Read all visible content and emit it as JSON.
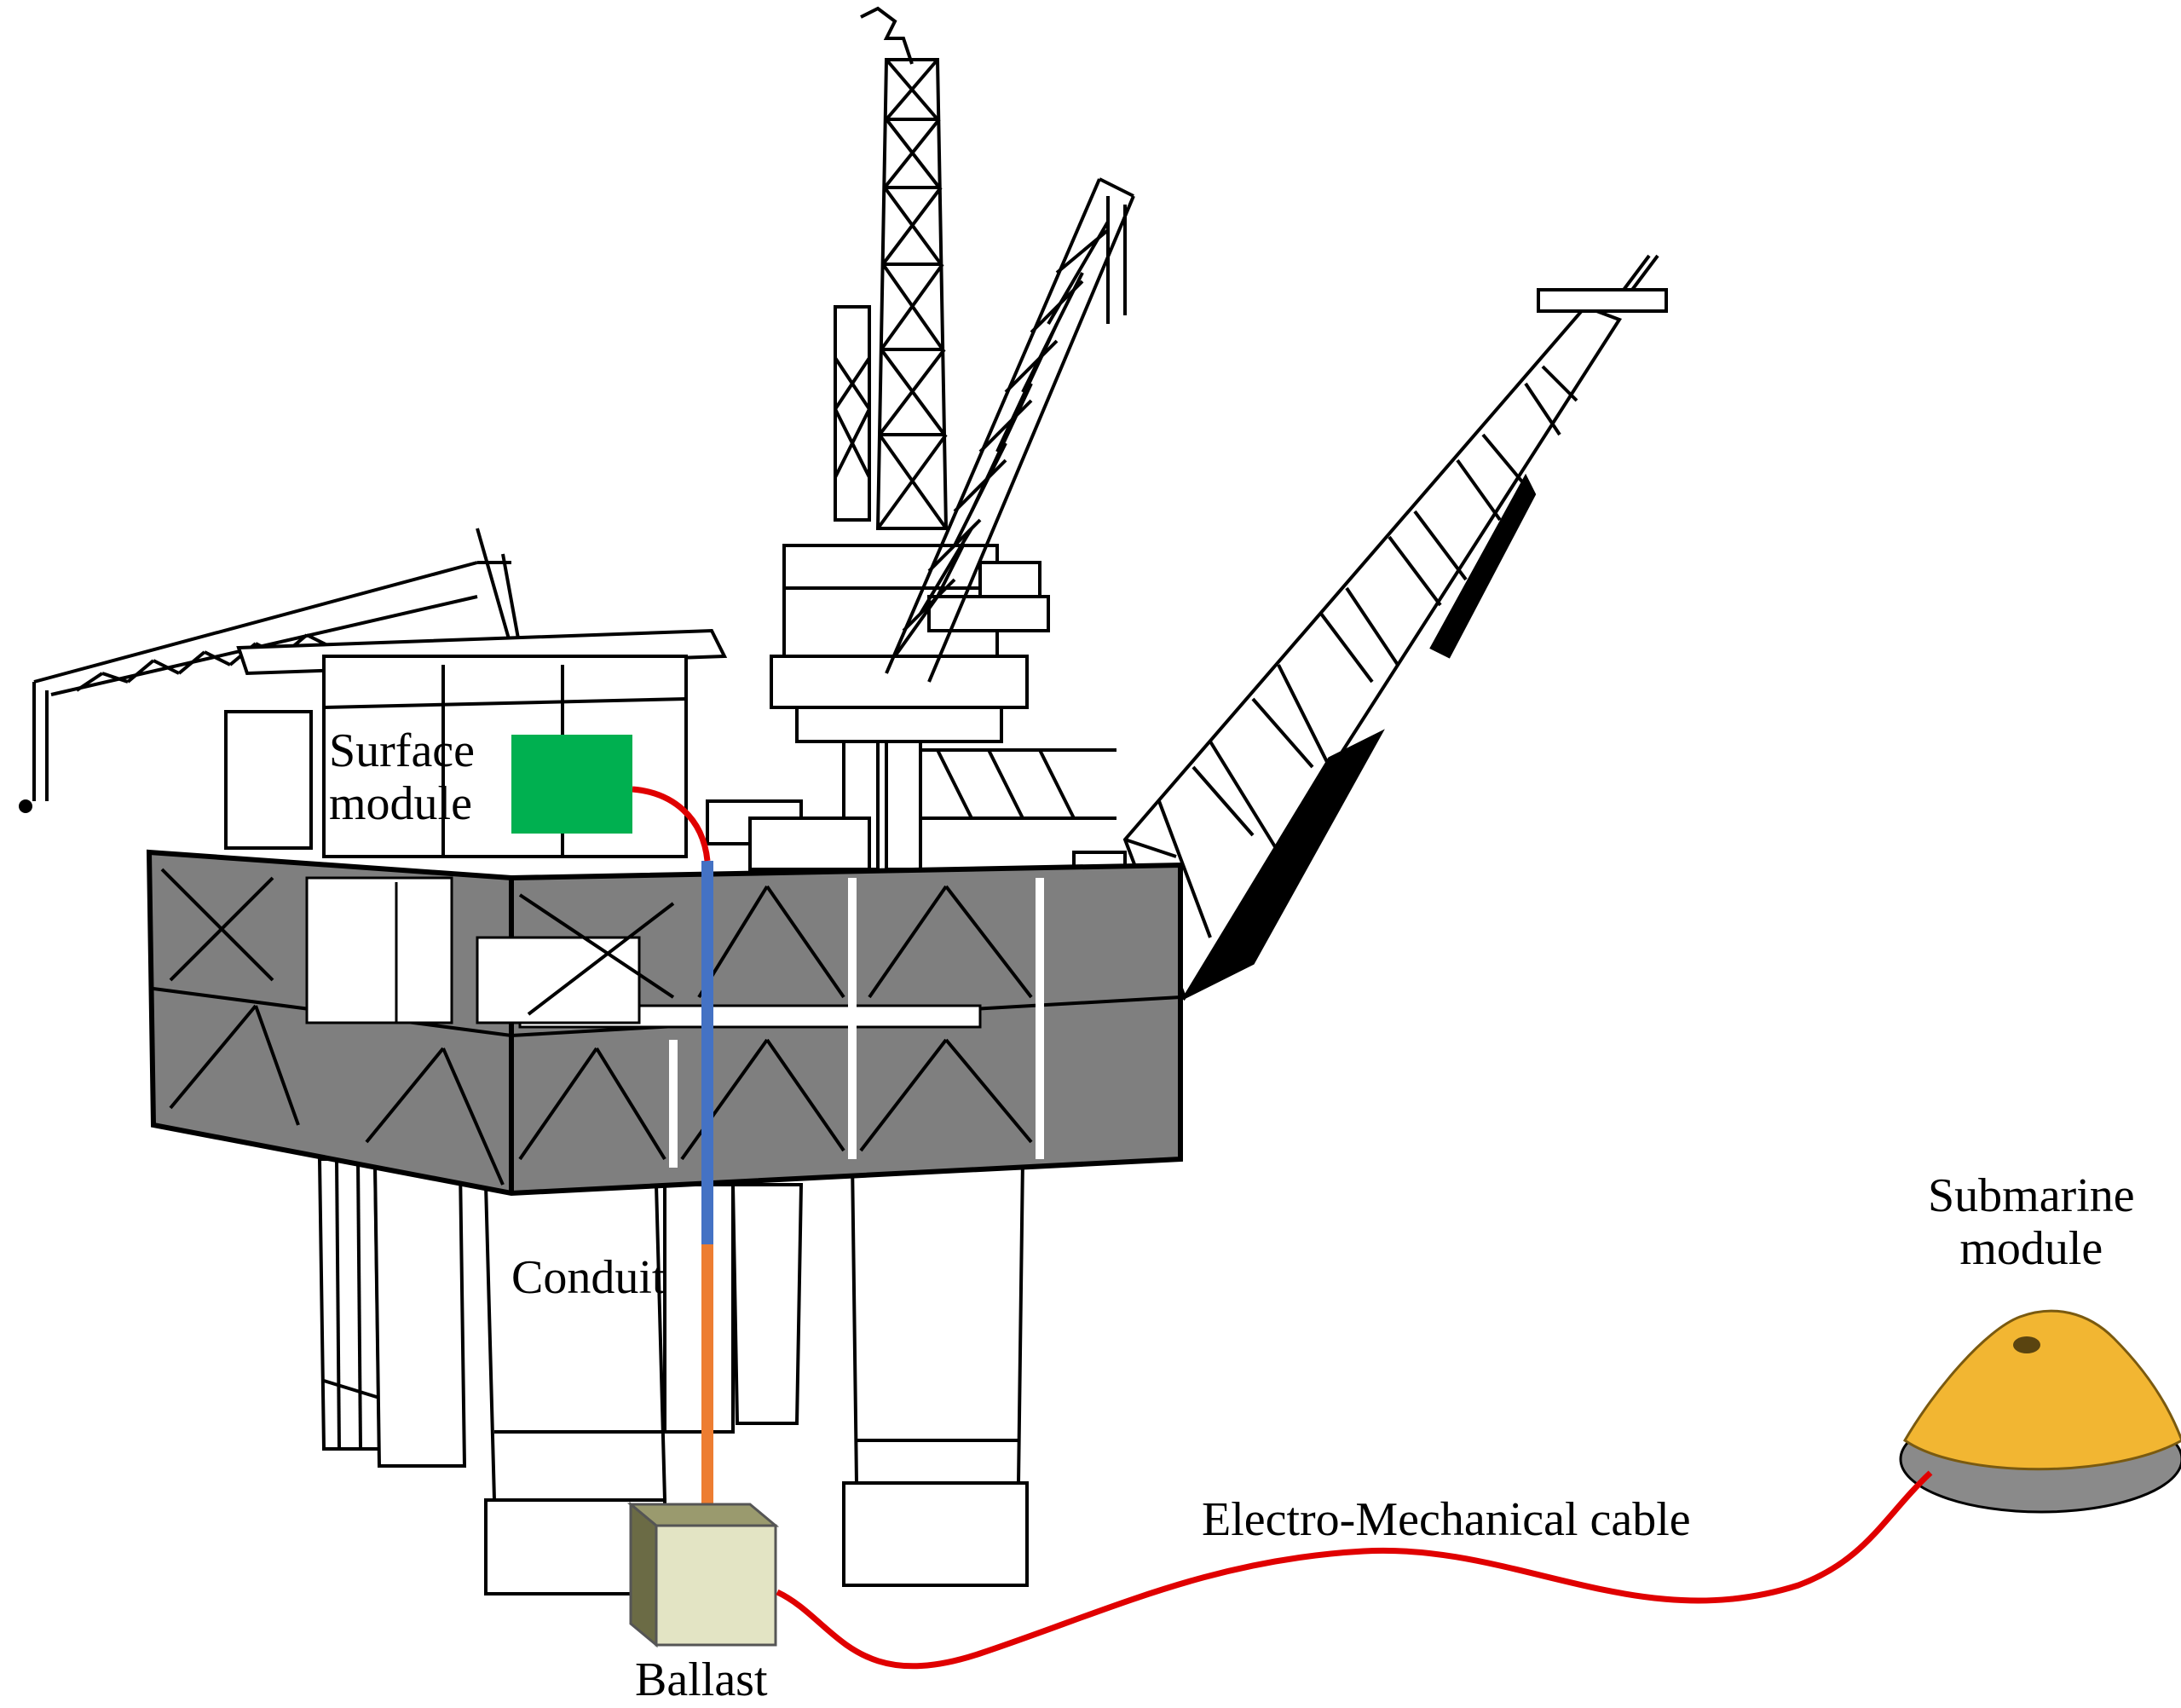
{
  "labels": {
    "surface_line1": "Surface",
    "surface_line2": "module",
    "conduit": "Conduit",
    "cable": "Electro-Mechanical cable",
    "ballast": "Ballast",
    "submarine_line1": "Submarine",
    "submarine_line2": "module"
  },
  "colors": {
    "surface_module": "#00b050",
    "conduit_upper": "#4472c4",
    "conduit_lower": "#ed7d31",
    "cable": "#e00000",
    "ballast_front": "#e3e4c4",
    "ballast_top": "#9a9a6e",
    "submarine_module": "#f2b632",
    "submarine_base": "#8a8a8a",
    "deck_fill": "#7f7f7f"
  }
}
